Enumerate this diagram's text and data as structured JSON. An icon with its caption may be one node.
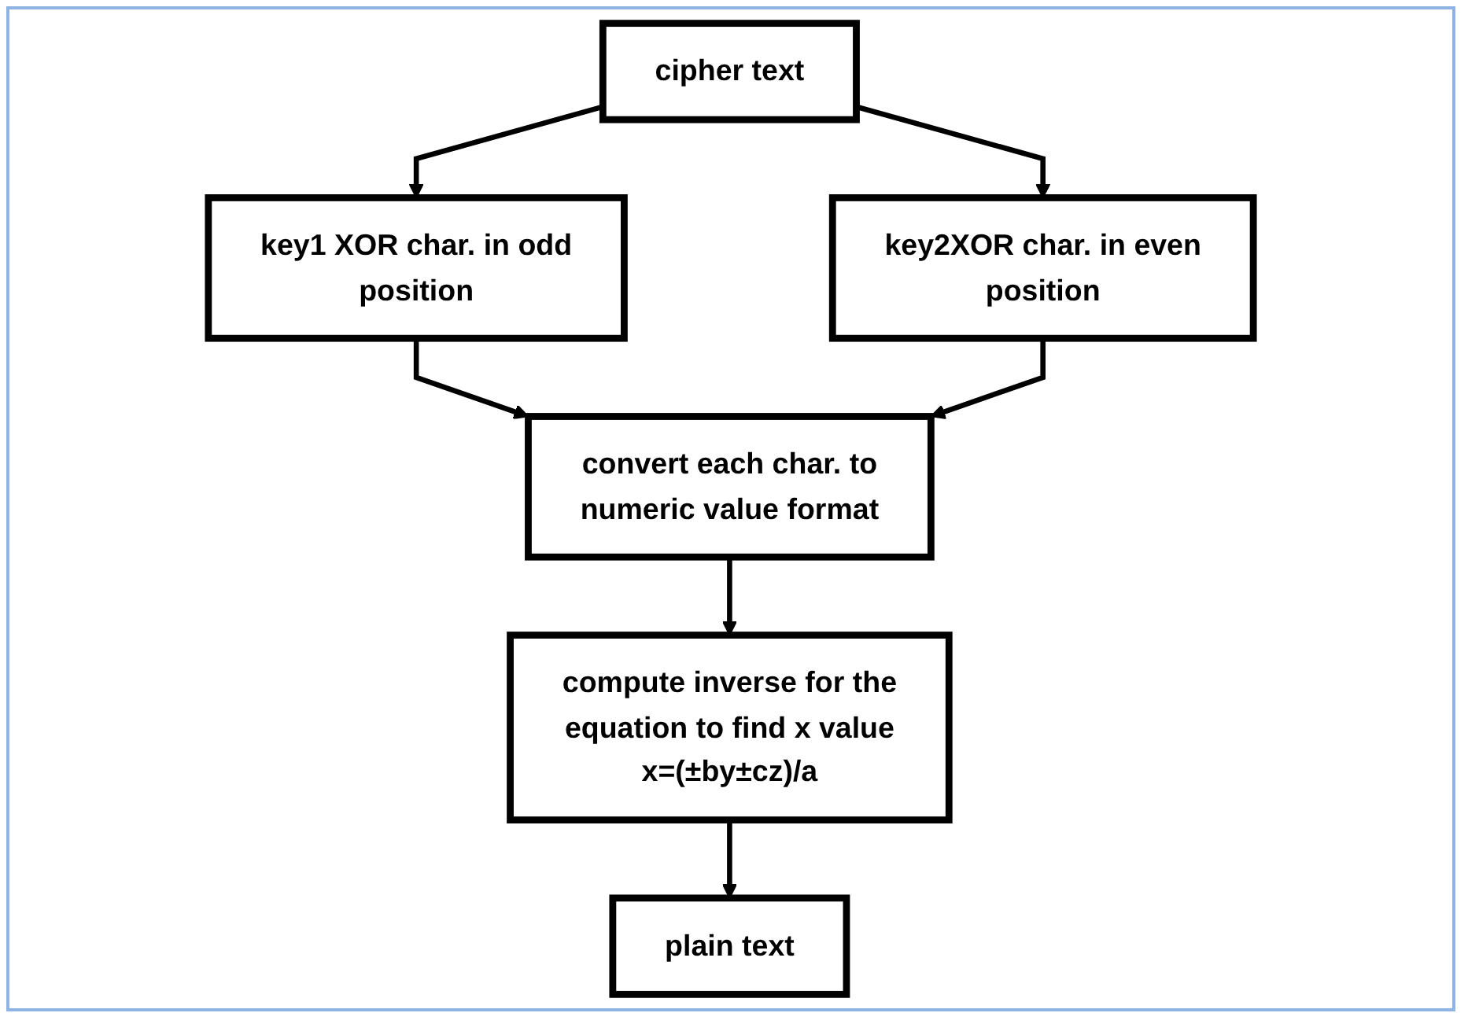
{
  "diagram": {
    "nodes": [
      {
        "text": [
          "cipher text"
        ]
      },
      {
        "text": [
          "key1 XOR char. in odd position"
        ]
      },
      {
        "text": [
          "key2XOR char. in even position"
        ]
      },
      {
        "text": [
          "convert each char. to numeric value format"
        ]
      },
      {
        "text": [
          "compute inverse for the equation to find x value x=(±by±cz)/a"
        ]
      },
      {
        "text": [
          "plain text"
        ]
      }
    ],
    "edges": [
      {
        "from": 0,
        "to": 1,
        "arrow": "to"
      },
      {
        "from": 0,
        "to": 2,
        "arrow": "to"
      },
      {
        "from": 1,
        "to": 3,
        "arrow": "to"
      },
      {
        "from": 2,
        "to": 3,
        "arrow": "to"
      },
      {
        "from": 3,
        "to": 4,
        "arrow": "to"
      },
      {
        "from": 4,
        "to": 5,
        "arrow": "to"
      }
    ]
  }
}
